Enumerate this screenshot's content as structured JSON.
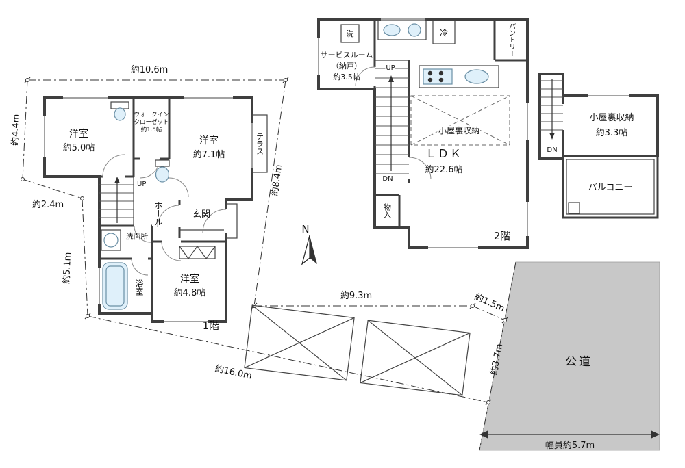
{
  "colors": {
    "wall": "#3f3f3f",
    "line": "#444444",
    "fixture_fill": "#dff0fa",
    "fixture_stroke": "#6a8fa5",
    "road_gray": "#c8c8c8",
    "text": "#111111"
  },
  "floor1": {
    "floor_label": "1階",
    "room_5_0": {
      "name": "洋室",
      "size": "約5.0帖"
    },
    "wic": {
      "l1": "ウォークイン",
      "l2": "クローゼット",
      "l3": "約1.5帖"
    },
    "room_7_1": {
      "name": "洋室",
      "size": "約7.1帖"
    },
    "terrace": "テラス",
    "hall": "ホール",
    "entrance": "玄関",
    "washroom": "洗面所",
    "bathroom": "浴室",
    "room_4_8": {
      "name": "洋室",
      "size": "約4.8帖"
    },
    "up": "UP"
  },
  "floor2": {
    "floor_label": "2階",
    "washer": "洗",
    "fridge": "冷",
    "pantry": "パントリー",
    "service_room": {
      "l1": "サービスルーム",
      "l2": "（納戸）",
      "l3": "約3.5帖"
    },
    "up": "UP",
    "dn": "DN",
    "attic_storage": "小屋裏収納",
    "ldk": {
      "name": "ＬＤＫ",
      "size": "約22.6帖"
    },
    "storage": "物入"
  },
  "attic": {
    "storage_l1": "小屋裏収納",
    "storage_l2": "約3.3帖",
    "dn": "DN",
    "balcony": "バルコニー"
  },
  "site": {
    "dim_top": "約10.6m",
    "dim_left_upper": "約4.4m",
    "dim_left_mid": "約2.4m",
    "dim_left_lower": "約5.1m",
    "dim_right": "約8.4m",
    "dim_mid": "約9.3m",
    "dim_short": "約1.5m",
    "dim_bottom": "約16.0m",
    "dim_road_side": "約3.7m",
    "road_width": "幅員約5.7m",
    "road_label": "公道",
    "compass": "N"
  }
}
